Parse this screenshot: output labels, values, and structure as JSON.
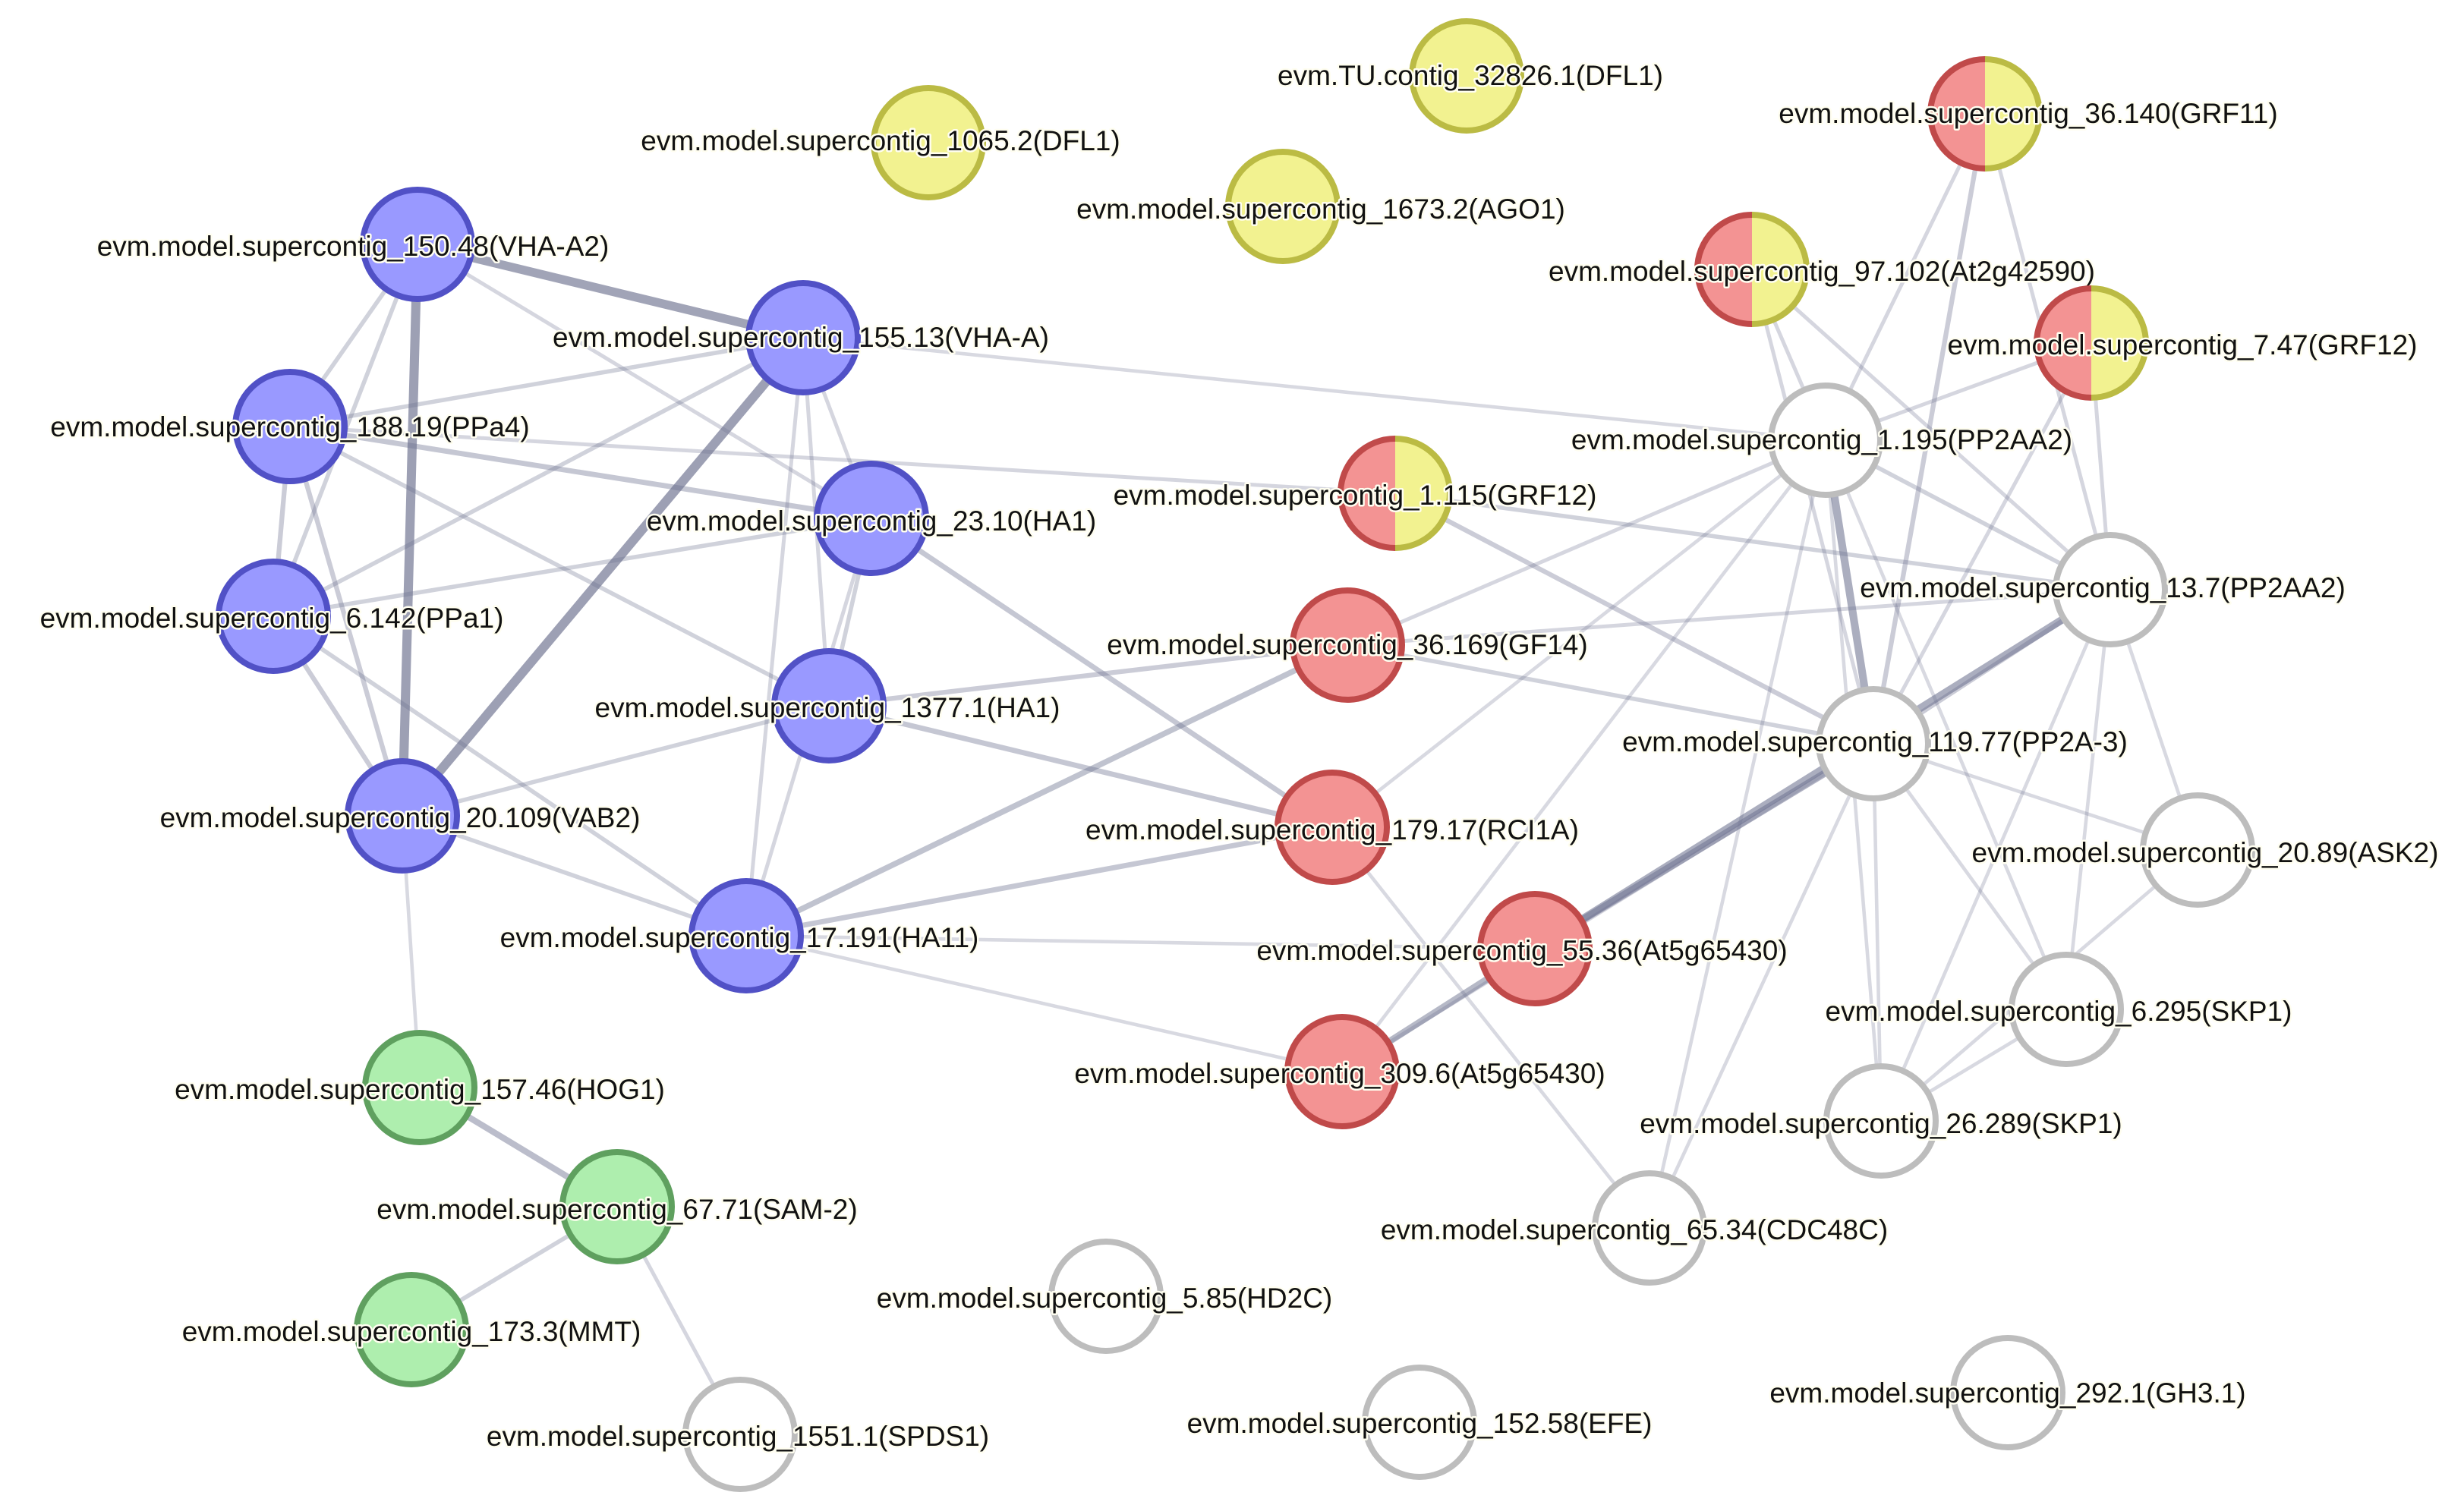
{
  "colors": {
    "blue": {
      "fill": "#9999ff",
      "stroke": "#5151c6"
    },
    "green": {
      "fill": "#aeeeae",
      "stroke": "#5fa05f"
    },
    "yellow": {
      "fill": "#f2f290",
      "stroke": "#bbbb44"
    },
    "red": {
      "fill": "#f39393",
      "stroke": "#c04a4a"
    },
    "gray": {
      "fill": "#ffffff",
      "stroke": "#bdbdbd"
    },
    "edge": "#6e7390"
  },
  "nodes": [
    {
      "id": "dfl1_32826",
      "label": "evm.TU.contig_32826.1(DFL1)",
      "colors": [
        "yellow"
      ]
    },
    {
      "id": "dfl1_1065",
      "label": "evm.model.supercontig_1065.2(DFL1)",
      "colors": [
        "yellow"
      ]
    },
    {
      "id": "ago1",
      "label": "evm.model.supercontig_1673.2(AGO1)",
      "colors": [
        "yellow"
      ]
    },
    {
      "id": "grf11",
      "label": "evm.model.supercontig_36.140(GRF11)",
      "colors": [
        "red",
        "yellow"
      ]
    },
    {
      "id": "at2g42590",
      "label": "evm.model.supercontig_97.102(At2g42590)",
      "colors": [
        "red",
        "yellow"
      ]
    },
    {
      "id": "grf12_747",
      "label": "evm.model.supercontig_7.47(GRF12)",
      "colors": [
        "red",
        "yellow"
      ]
    },
    {
      "id": "grf12_1115",
      "label": "evm.model.supercontig_1.115(GRF12)",
      "colors": [
        "red",
        "yellow"
      ]
    },
    {
      "id": "vha_a2",
      "label": "evm.model.supercontig_150.48(VHA-A2)",
      "colors": [
        "blue"
      ]
    },
    {
      "id": "vha_a",
      "label": "evm.model.supercontig_155.13(VHA-A)",
      "colors": [
        "blue"
      ]
    },
    {
      "id": "ppa4",
      "label": "evm.model.supercontig_188.19(PPa4)",
      "colors": [
        "blue"
      ]
    },
    {
      "id": "ha1_2310",
      "label": "evm.model.supercontig_23.10(HA1)",
      "colors": [
        "blue"
      ]
    },
    {
      "id": "ppa1",
      "label": "evm.model.supercontig_6.142(PPa1)",
      "colors": [
        "blue"
      ]
    },
    {
      "id": "ha1_1377",
      "label": "evm.model.supercontig_1377.1(HA1)",
      "colors": [
        "blue"
      ]
    },
    {
      "id": "vab2",
      "label": "evm.model.supercontig_20.109(VAB2)",
      "colors": [
        "blue"
      ]
    },
    {
      "id": "ha11",
      "label": "evm.model.supercontig_17.191(HA11)",
      "colors": [
        "blue"
      ]
    },
    {
      "id": "gf14",
      "label": "evm.model.supercontig_36.169(GF14)",
      "colors": [
        "red"
      ]
    },
    {
      "id": "rci1a",
      "label": "evm.model.supercontig_179.17(RCI1A)",
      "colors": [
        "red"
      ]
    },
    {
      "id": "at5g_5536",
      "label": "evm.model.supercontig_55.36(At5g65430)",
      "colors": [
        "red"
      ]
    },
    {
      "id": "at5g_3096",
      "label": "evm.model.supercontig_309.6(At5g65430)",
      "colors": [
        "red"
      ]
    },
    {
      "id": "pp2aa2_1195",
      "label": "evm.model.supercontig_1.195(PP2AA2)",
      "colors": [
        "gray"
      ]
    },
    {
      "id": "pp2aa2_137",
      "label": "evm.model.supercontig_13.7(PP2AA2)",
      "colors": [
        "gray"
      ]
    },
    {
      "id": "pp2a3",
      "label": "evm.model.supercontig_119.77(PP2A-3)",
      "colors": [
        "gray"
      ]
    },
    {
      "id": "ask2",
      "label": "evm.model.supercontig_20.89(ASK2)",
      "colors": [
        "gray"
      ]
    },
    {
      "id": "skp1_6295",
      "label": "evm.model.supercontig_6.295(SKP1)",
      "colors": [
        "gray"
      ]
    },
    {
      "id": "skp1_26289",
      "label": "evm.model.supercontig_26.289(SKP1)",
      "colors": [
        "gray"
      ]
    },
    {
      "id": "cdc48c",
      "label": "evm.model.supercontig_65.34(CDC48C)",
      "colors": [
        "gray"
      ]
    },
    {
      "id": "hog1",
      "label": "evm.model.supercontig_157.46(HOG1)",
      "colors": [
        "green"
      ]
    },
    {
      "id": "sam2",
      "label": "evm.model.supercontig_67.71(SAM-2)",
      "colors": [
        "green"
      ]
    },
    {
      "id": "mmt",
      "label": "evm.model.supercontig_173.3(MMT)",
      "colors": [
        "green"
      ]
    },
    {
      "id": "spds1",
      "label": "evm.model.supercontig_1551.1(SPDS1)",
      "colors": [
        "gray"
      ]
    },
    {
      "id": "hd2c",
      "label": "evm.model.supercontig_5.85(HD2C)",
      "colors": [
        "gray"
      ]
    },
    {
      "id": "efe",
      "label": "evm.model.supercontig_152.58(EFE)",
      "colors": [
        "gray"
      ]
    },
    {
      "id": "gh31",
      "label": "evm.model.supercontig_292.1(GH3.1)",
      "colors": [
        "gray"
      ]
    }
  ],
  "edges": [
    {
      "source": "vha_a2",
      "target": "vha_a",
      "weight": 0.65
    },
    {
      "source": "vha_a2",
      "target": "vab2",
      "weight": 0.7
    },
    {
      "source": "vha_a2",
      "target": "ppa4",
      "weight": 0.2
    },
    {
      "source": "vha_a2",
      "target": "ppa1",
      "weight": 0.2
    },
    {
      "source": "vha_a2",
      "target": "ha1_2310",
      "weight": 0.15
    },
    {
      "source": "vha_a",
      "target": "vab2",
      "weight": 0.7
    },
    {
      "source": "vha_a",
      "target": "ppa4",
      "weight": 0.2
    },
    {
      "source": "vha_a",
      "target": "ppa1",
      "weight": 0.2
    },
    {
      "source": "vha_a",
      "target": "ha1_2310",
      "weight": 0.15
    },
    {
      "source": "vha_a",
      "target": "ha1_1377",
      "weight": 0.15
    },
    {
      "source": "vha_a",
      "target": "ha11",
      "weight": 0.15
    },
    {
      "source": "vha_a",
      "target": "pp2aa2_1195",
      "weight": 0.12
    },
    {
      "source": "ppa4",
      "target": "ppa1",
      "weight": 0.25
    },
    {
      "source": "ppa4",
      "target": "vab2",
      "weight": 0.25
    },
    {
      "source": "ppa4",
      "target": "ha1_2310",
      "weight": 0.3
    },
    {
      "source": "ppa4",
      "target": "ha1_1377",
      "weight": 0.2
    },
    {
      "source": "ppa4",
      "target": "grf12_1115",
      "weight": 0.15
    },
    {
      "source": "ppa1",
      "target": "vab2",
      "weight": 0.25
    },
    {
      "source": "ppa1",
      "target": "ha1_2310",
      "weight": 0.2
    },
    {
      "source": "ppa1",
      "target": "ha11",
      "weight": 0.2
    },
    {
      "source": "vab2",
      "target": "ha1_1377",
      "weight": 0.2
    },
    {
      "source": "vab2",
      "target": "ha11",
      "weight": 0.2
    },
    {
      "source": "vab2",
      "target": "hog1",
      "weight": 0.12
    },
    {
      "source": "ha1_2310",
      "target": "ha1_1377",
      "weight": 0.2
    },
    {
      "source": "ha1_2310",
      "target": "ha11",
      "weight": 0.15
    },
    {
      "source": "ha1_2310",
      "target": "rci1a",
      "weight": 0.3
    },
    {
      "source": "ha1_1377",
      "target": "gf14",
      "weight": 0.25
    },
    {
      "source": "ha1_1377",
      "target": "rci1a",
      "weight": 0.3
    },
    {
      "source": "ha11",
      "target": "gf14",
      "weight": 0.35
    },
    {
      "source": "ha11",
      "target": "rci1a",
      "weight": 0.3
    },
    {
      "source": "ha11",
      "target": "at5g_5536",
      "weight": 0.12
    },
    {
      "source": "ha11",
      "target": "at5g_3096",
      "weight": 0.12
    },
    {
      "source": "gf14",
      "target": "pp2a3",
      "weight": 0.2
    },
    {
      "source": "gf14",
      "target": "pp2aa2_1195",
      "weight": 0.15
    },
    {
      "source": "gf14",
      "target": "pp2aa2_137",
      "weight": 0.15
    },
    {
      "source": "grf12_1115",
      "target": "pp2a3",
      "weight": 0.25
    },
    {
      "source": "grf12_1115",
      "target": "pp2aa2_137",
      "weight": 0.2
    },
    {
      "source": "rci1a",
      "target": "pp2aa2_1195",
      "weight": 0.12
    },
    {
      "source": "rci1a",
      "target": "cdc48c",
      "weight": 0.12
    },
    {
      "source": "at5g_5536",
      "target": "pp2a3",
      "weight": 0.5
    },
    {
      "source": "at5g_5536",
      "target": "pp2aa2_137",
      "weight": 0.55
    },
    {
      "source": "at5g_5536",
      "target": "at5g_3096",
      "weight": 0.45
    },
    {
      "source": "at5g_3096",
      "target": "pp2aa2_1195",
      "weight": 0.12
    },
    {
      "source": "at5g_3096",
      "target": "pp2a3",
      "weight": 0.15
    },
    {
      "source": "pp2aa2_1195",
      "target": "pp2a3",
      "weight": 0.55
    },
    {
      "source": "pp2aa2_1195",
      "target": "pp2aa2_137",
      "weight": 0.2
    },
    {
      "source": "pp2aa2_1195",
      "target": "grf11",
      "weight": 0.15
    },
    {
      "source": "pp2aa2_1195",
      "target": "at2g42590",
      "weight": 0.15
    },
    {
      "source": "pp2aa2_1195",
      "target": "grf12_747",
      "weight": 0.15
    },
    {
      "source": "pp2aa2_1195",
      "target": "skp1_26289",
      "weight": 0.12
    },
    {
      "source": "pp2aa2_1195",
      "target": "skp1_6295",
      "weight": 0.12
    },
    {
      "source": "pp2aa2_1195",
      "target": "cdc48c",
      "weight": 0.12
    },
    {
      "source": "pp2aa2_137",
      "target": "pp2a3",
      "weight": 0.25
    },
    {
      "source": "pp2aa2_137",
      "target": "grf11",
      "weight": 0.15
    },
    {
      "source": "pp2aa2_137",
      "target": "at2g42590",
      "weight": 0.15
    },
    {
      "source": "pp2aa2_137",
      "target": "grf12_747",
      "weight": 0.15
    },
    {
      "source": "pp2aa2_137",
      "target": "ask2",
      "weight": 0.12
    },
    {
      "source": "pp2aa2_137",
      "target": "skp1_6295",
      "weight": 0.12
    },
    {
      "source": "pp2aa2_137",
      "target": "skp1_26289",
      "weight": 0.12
    },
    {
      "source": "pp2a3",
      "target": "grf11",
      "weight": 0.25
    },
    {
      "source": "pp2a3",
      "target": "at2g42590",
      "weight": 0.15
    },
    {
      "source": "pp2a3",
      "target": "grf12_747",
      "weight": 0.15
    },
    {
      "source": "pp2a3",
      "target": "ask2",
      "weight": 0.12
    },
    {
      "source": "pp2a3",
      "target": "skp1_6295",
      "weight": 0.12
    },
    {
      "source": "pp2a3",
      "target": "skp1_26289",
      "weight": 0.12
    },
    {
      "source": "pp2a3",
      "target": "cdc48c",
      "weight": 0.12
    },
    {
      "source": "ask2",
      "target": "skp1_26289",
      "weight": 0.12
    },
    {
      "source": "skp1_6295",
      "target": "skp1_26289",
      "weight": 0.12
    },
    {
      "source": "hog1",
      "target": "sam2",
      "weight": 0.4
    },
    {
      "source": "sam2",
      "target": "mmt",
      "weight": 0.2
    },
    {
      "source": "sam2",
      "target": "spds1",
      "weight": 0.15
    }
  ]
}
